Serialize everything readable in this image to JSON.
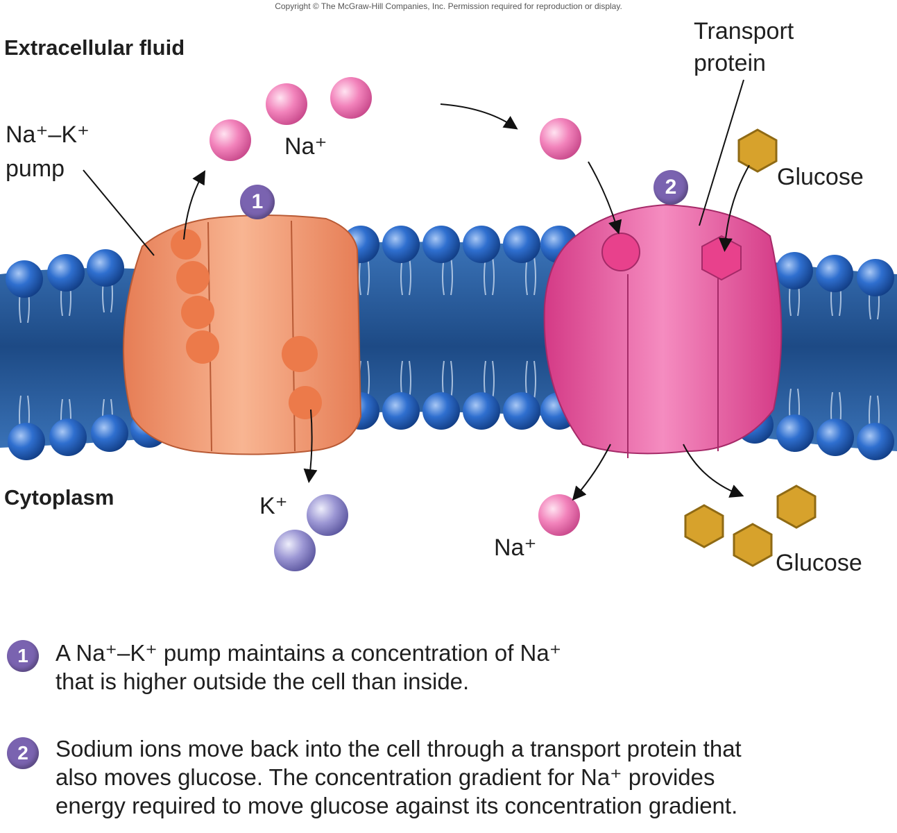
{
  "copyright": "Copyright © The McGraw-Hill Companies, Inc. Permission required for reproduction or display.",
  "labels": {
    "extracellular": "Extracellular fluid",
    "cytoplasm": "Cytoplasm",
    "pump_line1": "Na⁺–K⁺",
    "pump_line2": "pump",
    "na_top": "Na⁺",
    "transport_line1": "Transport",
    "transport_line2": "protein",
    "glucose_top": "Glucose",
    "k": "K⁺",
    "na_bottom": "Na⁺",
    "glucose_bottom": "Glucose"
  },
  "badges": {
    "one": "1",
    "two": "2"
  },
  "steps": [
    {
      "number": "1",
      "lines": [
        "A Na⁺–K⁺ pump maintains a concentration of Na⁺",
        "that is higher outside the cell than inside."
      ]
    },
    {
      "number": "2",
      "lines": [
        "Sodium ions move back into the cell through a transport protein that",
        "also moves glucose. The concentration gradient for Na⁺ provides",
        "energy required to move glucose against its concentration gradient."
      ]
    }
  ],
  "colors": {
    "membrane": "#2f5f9e",
    "lipid_head": "#2a64c0",
    "pump": "#f0946a",
    "transporter": "#e8509a",
    "na_ion": "#f07bb5",
    "k_ion": "#8a86c8",
    "glucose": "#d7a22c",
    "badge": "#7a63b0"
  }
}
